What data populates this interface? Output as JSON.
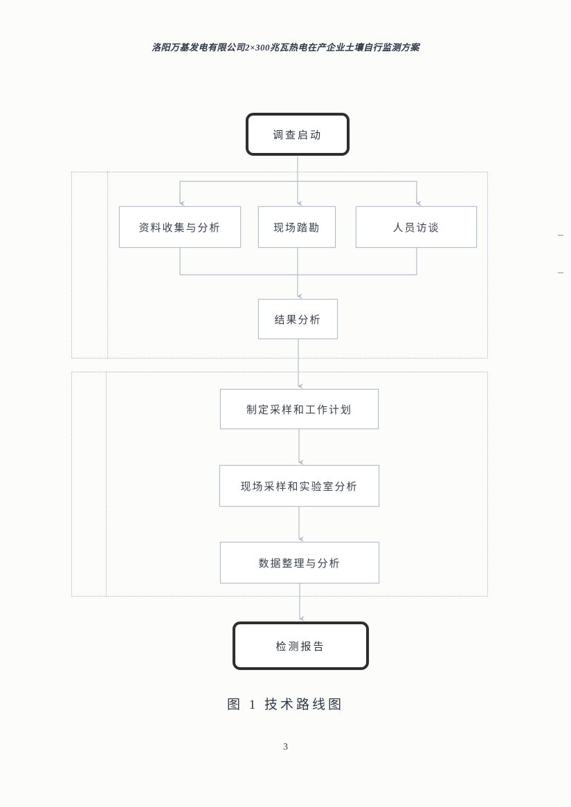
{
  "page": {
    "header": "洛阳万基发电有限公司2×300兆瓦热电在产企业土壤自行监测方案",
    "caption": "图 1  技术路线图",
    "page_number": "3"
  },
  "flowchart": {
    "nodes": {
      "start": "调查启动",
      "collect": "资料收集与分析",
      "survey": "现场踏勘",
      "interview": "人员访谈",
      "result": "结果分析",
      "plan": "制定采样和工作计划",
      "sampling": "现场采样和实验室分析",
      "data": "数据整理与分析",
      "report": "检测报告"
    },
    "colors": {
      "box_border": "#b6bec9",
      "terminal_border": "#2e2e2e",
      "dashed_region": "#a8b6c8",
      "arrow": "#b3bcc9",
      "node_text": "#39404e"
    }
  }
}
